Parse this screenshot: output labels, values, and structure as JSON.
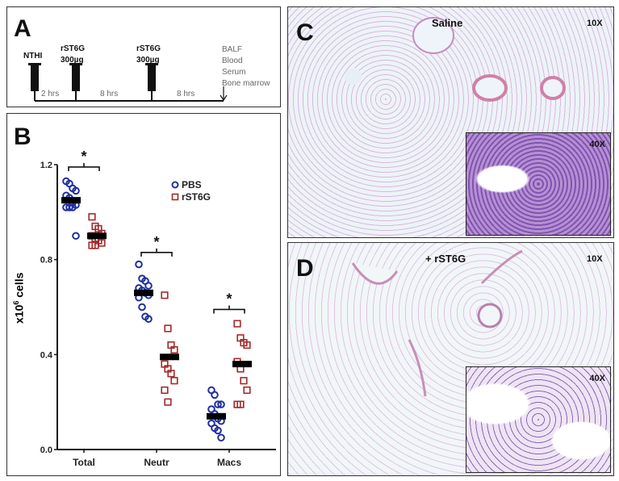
{
  "panelA": {
    "label": "A",
    "events": [
      {
        "name": "NTHI",
        "dose": ""
      },
      {
        "name": "rST6G",
        "dose": "300µg"
      },
      {
        "name": "rST6G",
        "dose": "300µg"
      }
    ],
    "intervals": [
      "2 hrs",
      "8 hrs",
      "8 hrs"
    ],
    "endpoints": [
      "BALF",
      "Blood",
      "Serum",
      "Bone marrow"
    ]
  },
  "panelB": {
    "label": "B"
  },
  "panelC": {
    "label": "C",
    "title": "Saline",
    "mag": "10X",
    "inset_mag": "40X"
  },
  "panelD": {
    "label": "D",
    "title": "+ rST6G",
    "mag": "10X",
    "inset_mag": "40X"
  },
  "chart_data": {
    "type": "scatter",
    "title": "",
    "xlabel": "",
    "ylabel": "x10^6 cells",
    "ylabel_display": "x10",
    "ylabel_sup": "6",
    "ylabel_tail": " cells",
    "ylim": [
      0.0,
      1.2
    ],
    "yticks": [
      "0.0",
      "0.4",
      "0.8",
      "1.2"
    ],
    "categories": [
      "Total",
      "Neutr",
      "Macs"
    ],
    "legend": [
      {
        "name": "PBS",
        "marker": "circle",
        "color": "#1f2f9e"
      },
      {
        "name": "rST6G",
        "marker": "square",
        "color": "#a52a2a"
      }
    ],
    "series": [
      {
        "name": "PBS",
        "points": [
          [
            1.13,
            1.12,
            1.1,
            1.09,
            1.07,
            1.06,
            1.04,
            1.03,
            1.02,
            1.02,
            1.02,
            0.9
          ],
          [
            0.78,
            0.72,
            0.71,
            0.69,
            0.68,
            0.67,
            0.66,
            0.65,
            0.64,
            0.6,
            0.56,
            0.55
          ],
          [
            0.25,
            0.23,
            0.19,
            0.19,
            0.17,
            0.15,
            0.13,
            0.12,
            0.11,
            0.09,
            0.08,
            0.05
          ]
        ],
        "means": [
          1.05,
          0.66,
          0.14
        ]
      },
      {
        "name": "rST6G",
        "points": [
          [
            0.98,
            0.94,
            0.93,
            0.91,
            0.9,
            0.89,
            0.88,
            0.87,
            0.86,
            0.86
          ],
          [
            0.65,
            0.51,
            0.44,
            0.42,
            0.36,
            0.34,
            0.32,
            0.29,
            0.25,
            0.2
          ],
          [
            0.53,
            0.47,
            0.45,
            0.44,
            0.37,
            0.34,
            0.29,
            0.25,
            0.19,
            0.19
          ]
        ],
        "means": [
          0.9,
          0.39,
          0.36
        ]
      }
    ],
    "annotations": [
      "*",
      "*",
      "*"
    ],
    "significance": "* for each category (PBS vs rST6G)"
  }
}
